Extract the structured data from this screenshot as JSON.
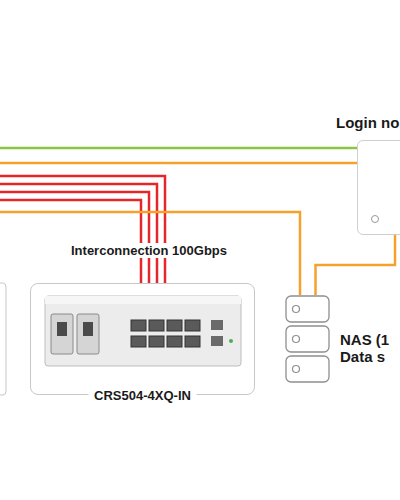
{
  "diagram": {
    "nodes": [
      {
        "text": [
          "Login no"
        ]
      },
      {
        "text": [
          "CRS504-4XQ-IN"
        ]
      },
      {
        "text": [
          "NAS (1 Data s"
        ]
      }
    ],
    "edges": [
      {
        "from": 0,
        "to": 2,
        "arrow": "none"
      }
    ],
    "labels": [
      "Interconnection 100Gbps"
    ]
  }
}
